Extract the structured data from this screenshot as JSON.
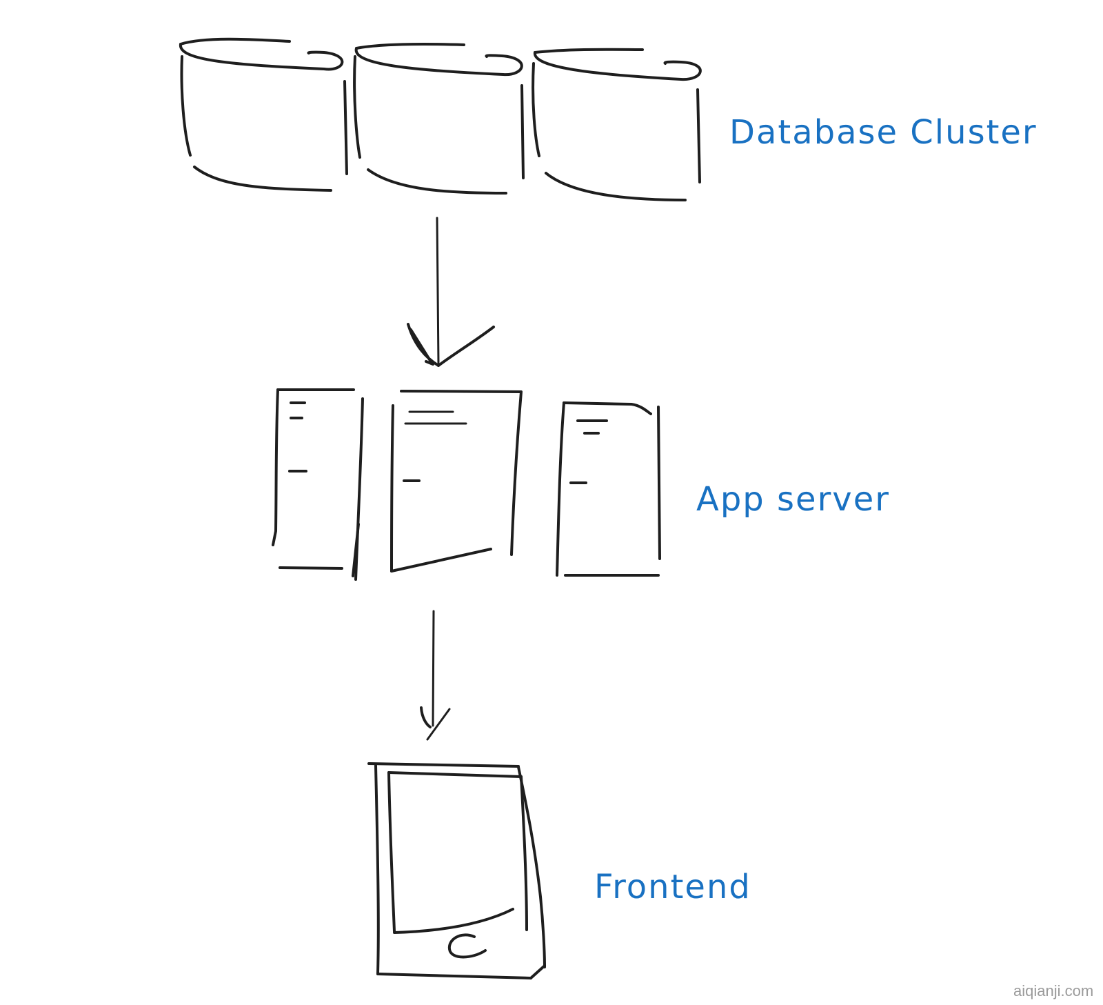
{
  "labels": {
    "database": "Database Cluster",
    "app_server": "App server",
    "frontend": "Frontend"
  },
  "watermark": "aiqianji.com",
  "colors": {
    "stroke": "#1e1e1e",
    "label": "#1971c2",
    "background": "#ffffff",
    "watermark": "#9a9a9a"
  },
  "icons": {
    "database": "database-cylinder-icon",
    "server": "server-tower-icon",
    "frontend": "tablet-device-icon"
  }
}
